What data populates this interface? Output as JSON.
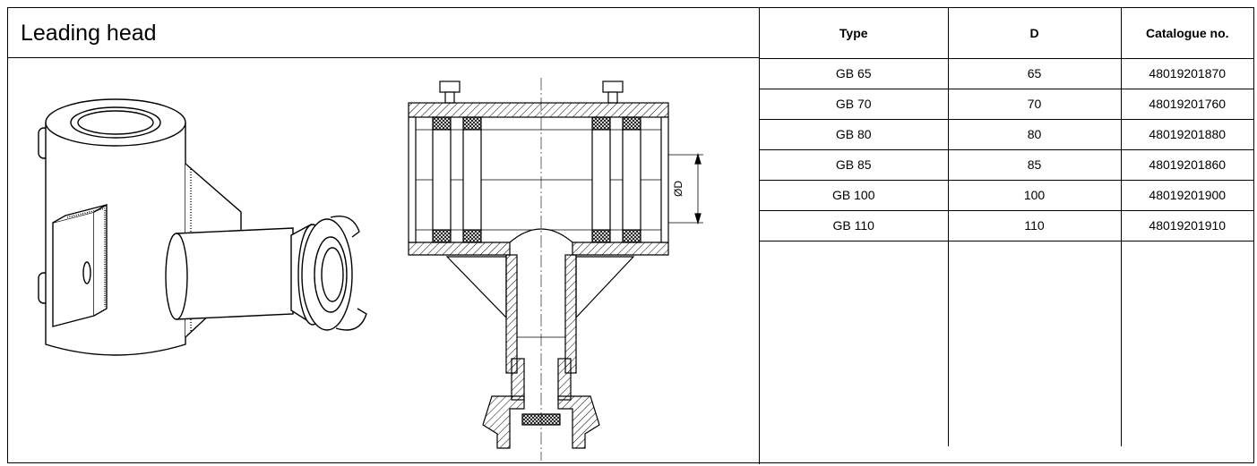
{
  "title": "Leading head",
  "dimension_label": "ØD",
  "table": {
    "headers": [
      "Type",
      "D",
      "Catalogue no."
    ],
    "rows": [
      [
        "GB 65",
        "65",
        "48019201870"
      ],
      [
        "GB 70",
        "70",
        "48019201760"
      ],
      [
        "GB 80",
        "80",
        "48019201880"
      ],
      [
        "GB 85",
        "85",
        "48019201860"
      ],
      [
        "GB 100",
        "100",
        "48019201900"
      ],
      [
        "GB 110",
        "110",
        "48019201910"
      ]
    ]
  }
}
